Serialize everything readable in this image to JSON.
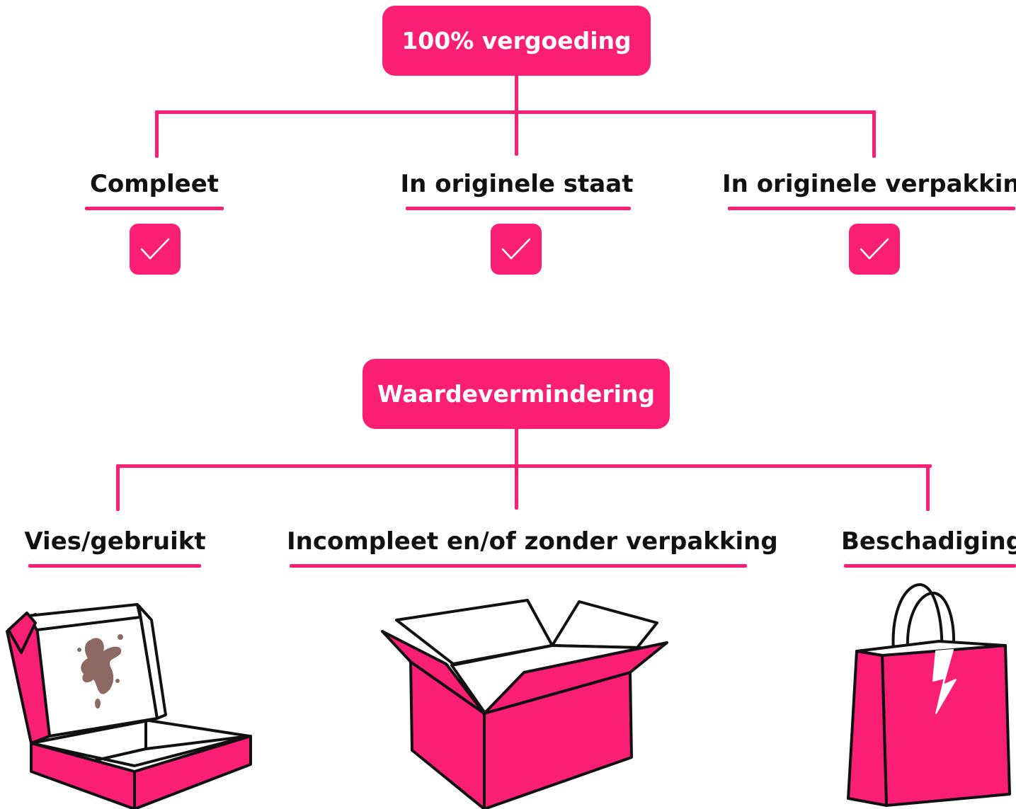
{
  "top": {
    "title": "100% vergoeding",
    "items": [
      {
        "label": "Compleet"
      },
      {
        "label": "In originele staat"
      },
      {
        "label": "In originele verpakking"
      }
    ]
  },
  "bottom": {
    "title": "Waardevermindering",
    "items": [
      {
        "label": "Vies/gebruikt",
        "illustration": "stained-box-icon"
      },
      {
        "label": "Incompleet en/of zonder verpakking",
        "illustration": "open-box-icon"
      },
      {
        "label": "Beschadiging",
        "illustration": "torn-bag-icon"
      }
    ]
  },
  "colors": {
    "accent": "#fa1f75",
    "stain": "#8c6a63",
    "text": "#111111"
  }
}
